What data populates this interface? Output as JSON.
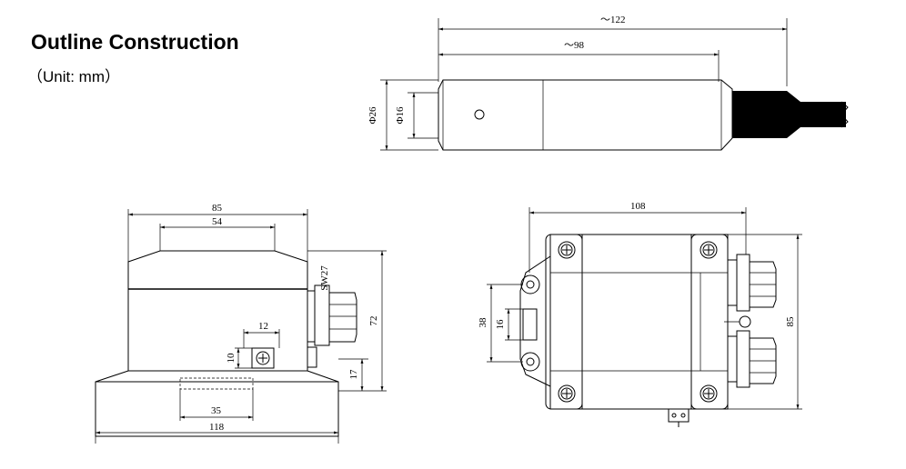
{
  "heading": {
    "title": "Outline Construction",
    "unit": "（Unit: mm）"
  },
  "probe": {
    "total_length": "～122",
    "body_length": "～98",
    "outer_dia": "Φ26",
    "inner_dia": "Φ16"
  },
  "side_view": {
    "width_top": "85",
    "width_inner": "54",
    "gland_size": "SW27",
    "height": "72",
    "screw_w": "12",
    "screw_h": "10",
    "base_h": "17",
    "slot_w": "35",
    "base_w": "118"
  },
  "front_view": {
    "width": "108",
    "height": "85",
    "mount_spacing": "38",
    "window_h": "16"
  },
  "colors": {
    "line": "#000000",
    "background": "#ffffff"
  }
}
